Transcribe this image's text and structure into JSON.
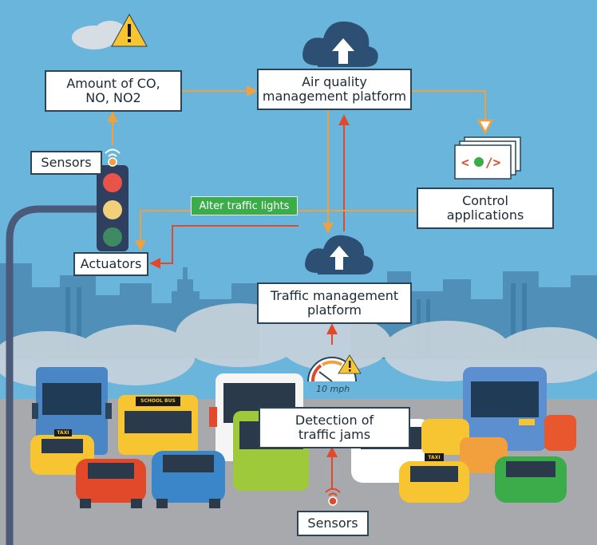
{
  "colors": {
    "sky": "#6ab5dc",
    "road": "#a7a9ac",
    "buildings": "#4f8fb8",
    "cloud": "#2e4f74",
    "orange_arrow": "#f2a03d",
    "red_arrow": "#e2492b",
    "box_border": "#2b4457",
    "green_label": "#3cab4a"
  },
  "boxes": {
    "emissions": "Amount of CO,\nNO, NO2",
    "air_platform": "Air quality\nmanagement platform",
    "control_apps": "Control\napplications",
    "sensors_top": "Sensors",
    "actuators": "Actuators",
    "traffic_platform": "Traffic management\nplatform",
    "detection": "Detection of\ntraffic jams",
    "sensors_bottom": "Sensors"
  },
  "alter_label": "Alter traffic lights",
  "speed_label": "10 mph",
  "school_bus_sign": "SCHOOL BUS",
  "taxi_sign": "TAXI",
  "icons": {
    "warning": "warning-triangle-icon",
    "cloud_upload": "cloud-upload-icon",
    "code": "code-window-icon",
    "traffic_light": "traffic-light-icon",
    "sensor": "wireless-sensor-icon",
    "speedometer": "speedometer-icon"
  }
}
